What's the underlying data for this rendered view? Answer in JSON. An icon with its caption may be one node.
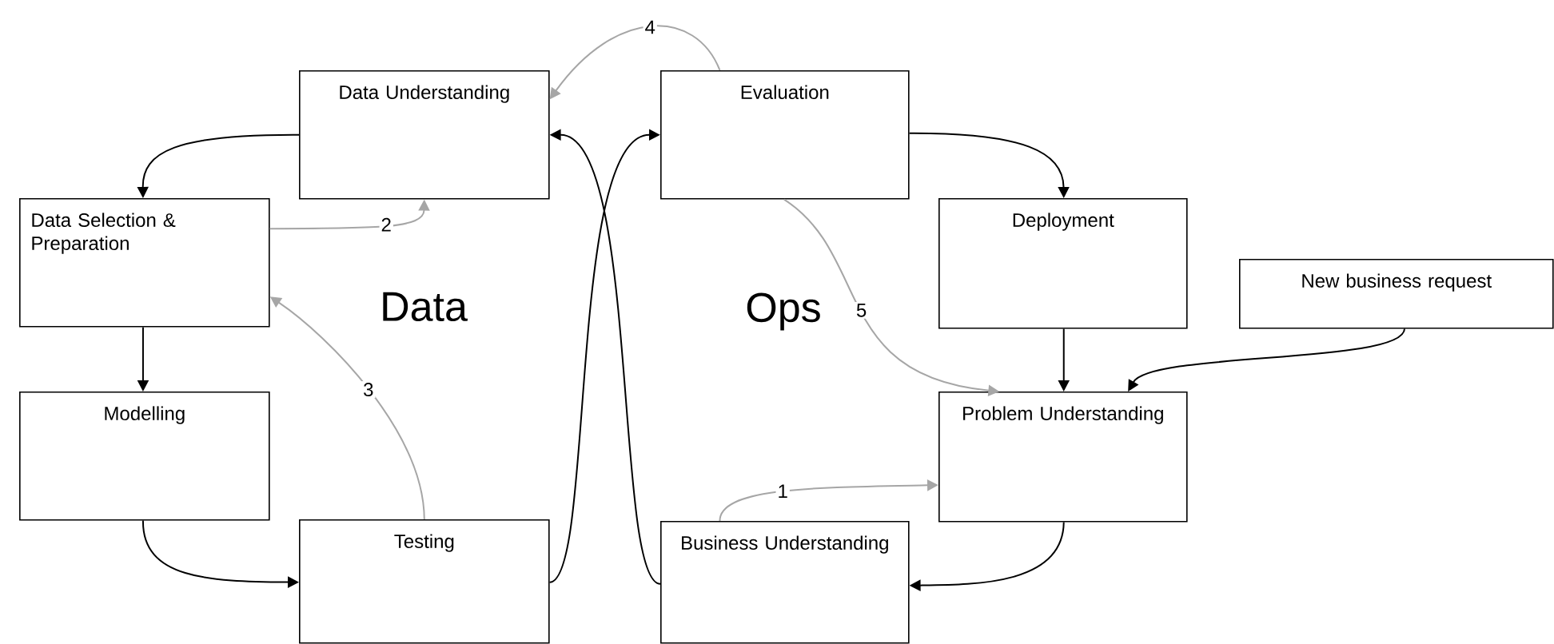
{
  "diagram": {
    "nodes": [
      {
        "text": [
          "Data Understanding"
        ]
      },
      {
        "text": [
          "Evaluation"
        ]
      },
      {
        "text": [
          "Data Selection & Preparation"
        ]
      },
      {
        "text": [
          "Deployment"
        ]
      },
      {
        "text": [
          "New business request"
        ]
      },
      {
        "text": [
          "Modelling"
        ]
      },
      {
        "text": [
          "Problem Understanding"
        ]
      },
      {
        "text": [
          "Testing"
        ]
      },
      {
        "text": [
          "Business Understanding"
        ]
      }
    ],
    "edges": [
      {
        "from": 0,
        "to": 2,
        "arrow": "to"
      },
      {
        "from": 2,
        "to": 5,
        "arrow": "to"
      },
      {
        "from": 5,
        "to": 7,
        "arrow": "to"
      },
      {
        "from": 7,
        "to": 1,
        "arrow": "to"
      },
      {
        "from": 8,
        "to": 0,
        "arrow": "to"
      },
      {
        "from": 1,
        "to": 3,
        "arrow": "to"
      },
      {
        "from": 3,
        "to": 6,
        "arrow": "to"
      },
      {
        "from": 4,
        "to": 6,
        "arrow": "to"
      },
      {
        "from": 6,
        "to": 8,
        "arrow": "to"
      },
      {
        "from": 8,
        "to": 6,
        "arrow": "to",
        "label": "1",
        "color": "#a6a6a6"
      },
      {
        "from": 2,
        "to": 0,
        "arrow": "to",
        "label": "2",
        "color": "#a6a6a6"
      },
      {
        "from": 7,
        "to": 2,
        "arrow": "to",
        "label": "3",
        "color": "#a6a6a6"
      },
      {
        "from": 1,
        "to": 0,
        "arrow": "to",
        "label": "4",
        "color": "#a6a6a6"
      },
      {
        "from": 1,
        "to": 6,
        "arrow": "to",
        "label": "5",
        "color": "#a6a6a6"
      }
    ],
    "labels": [
      "Data",
      "Ops"
    ]
  }
}
